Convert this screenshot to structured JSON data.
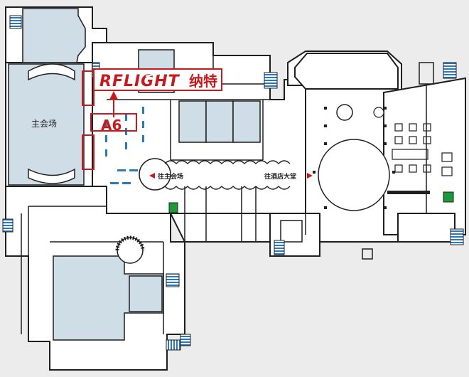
{
  "brand": {
    "logo_text": "RFLIGHT",
    "logo_cn": "纳特",
    "booth": "A6"
  },
  "halls": {
    "main_hall": "主会场"
  },
  "directions": {
    "to_main_hall": "往主会场",
    "to_hotel_lobby": "往酒店大堂"
  },
  "colors": {
    "accent_red": "#c8191f",
    "room_blue": "#cfdde6",
    "wall": "#1f1f1f",
    "floor": "#ffffff",
    "background": "#ececec",
    "stair_blue": "#2a7ab8",
    "exit_green": "#1c9a3a"
  }
}
